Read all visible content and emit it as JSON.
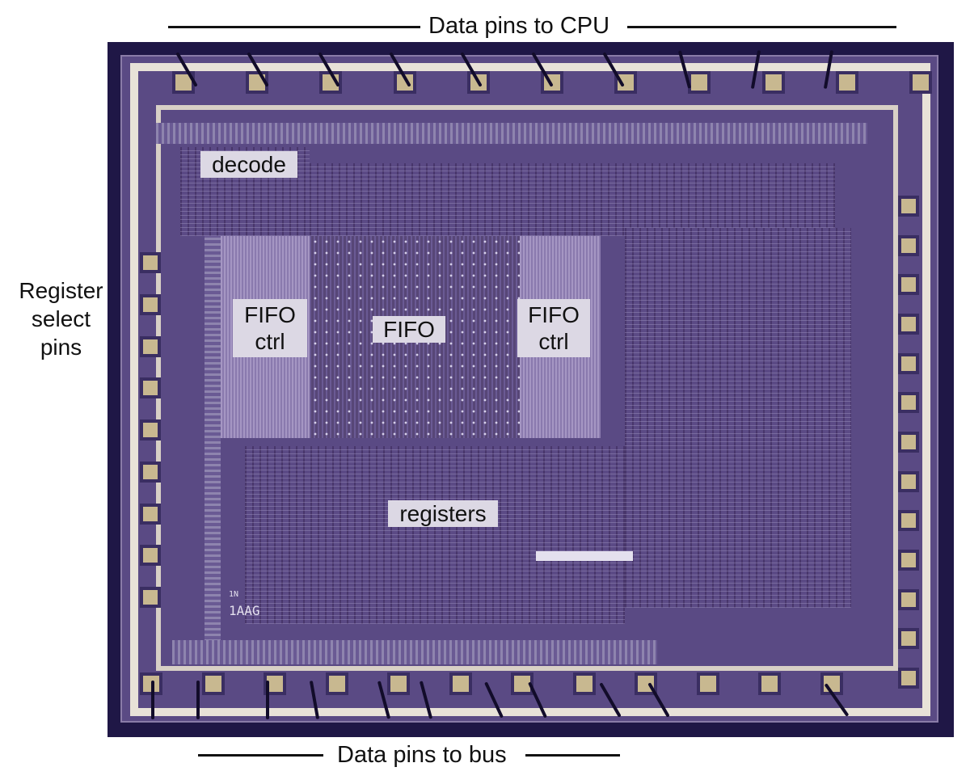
{
  "figure": {
    "top_caption": "Data pins to CPU",
    "bottom_caption": "Data pins to bus",
    "left_caption_lines": [
      "Register",
      "select",
      "pins"
    ]
  },
  "die_labels": {
    "decode": "decode",
    "fifo": "FIFO",
    "fifo_ctrl_left": [
      "FIFO",
      "ctrl"
    ],
    "fifo_ctrl_right": [
      "FIFO",
      "ctrl"
    ],
    "registers": "registers"
  },
  "die_markings": {
    "part_code": "1AAG",
    "small_prefix": "1N"
  },
  "colors": {
    "die_background": "#1f1746",
    "die_surface": "#5a4a84",
    "metal_ring": "#e8e2d8",
    "bond_pad": "#c8b890",
    "label_box": "#dcd8e4"
  }
}
